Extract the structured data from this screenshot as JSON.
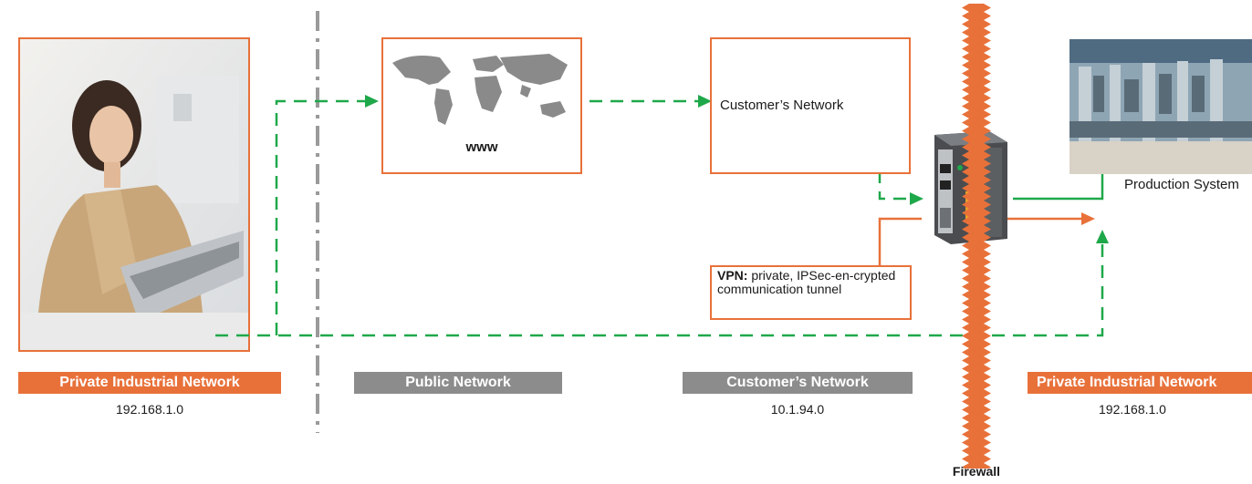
{
  "colors": {
    "orange": "#e8713a",
    "green": "#1fa84a",
    "gray": "#8c8c8c"
  },
  "www_label": "www",
  "customer_box_label": "Customer’s Network",
  "vpn_note": {
    "bold": "VPN:",
    "text": " private, IPSec-en-crypted communication tunnel"
  },
  "production_label": "Production System",
  "firewall_label": "Firewall",
  "zones": [
    {
      "label": "Private Industrial Network",
      "address": "192.168.1.0"
    },
    {
      "label": "Public Network",
      "address": ""
    },
    {
      "label": "Customer’s Network",
      "address": "10.1.94.0"
    },
    {
      "label": "Private Industrial Network",
      "address": "192.168.1.0"
    }
  ],
  "icons": [
    "woman-laptop-photo",
    "world-map-icon",
    "vpn-router-device",
    "production-line-photo",
    "firewall-wall"
  ]
}
